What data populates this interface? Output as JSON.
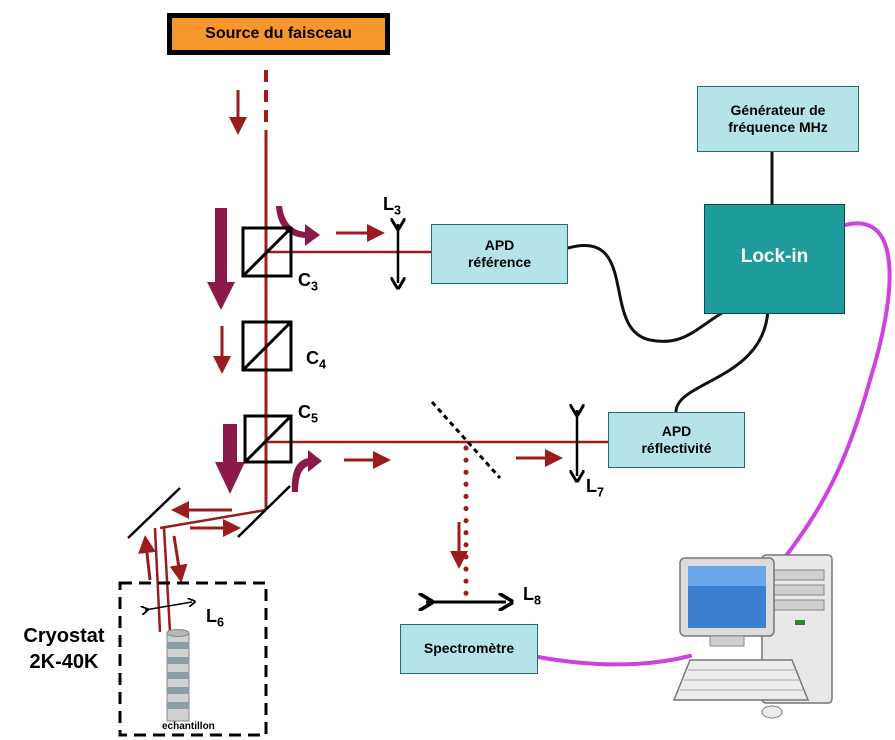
{
  "source": {
    "label": "Source du faisceau",
    "color": "#f7962a"
  },
  "generator": {
    "line1": "Générateur de",
    "line2": "fréquence MHz"
  },
  "lockin": {
    "label": "Lock-in",
    "color": "#1e9c9c"
  },
  "apd_ref": {
    "line1": "APD",
    "line2": "référence"
  },
  "apd_refl": {
    "line1": "APD",
    "line2": "réflectivité"
  },
  "spectro": {
    "label": "Spectromètre"
  },
  "cryostat": {
    "line1": "Cryostat",
    "line2": "2K-40K"
  },
  "sample": {
    "label": "echantillon"
  },
  "cubes": {
    "c3": {
      "letter": "C",
      "sub": "3"
    },
    "c4": {
      "letter": "C",
      "sub": "4"
    },
    "c5": {
      "letter": "C",
      "sub": "5"
    }
  },
  "lenses": {
    "l3": {
      "letter": "L",
      "sub": "3"
    },
    "l6": {
      "letter": "L",
      "sub": "6"
    },
    "l7": {
      "letter": "L",
      "sub": "7"
    },
    "l8": {
      "letter": "L",
      "sub": "8"
    }
  },
  "colors": {
    "beam": "#9b1c1c",
    "arrow": "#9b1c1c",
    "cable_black": "#111111",
    "cable_magenta": "#cc44dd"
  },
  "icons": {
    "computer": "computer-icon"
  }
}
